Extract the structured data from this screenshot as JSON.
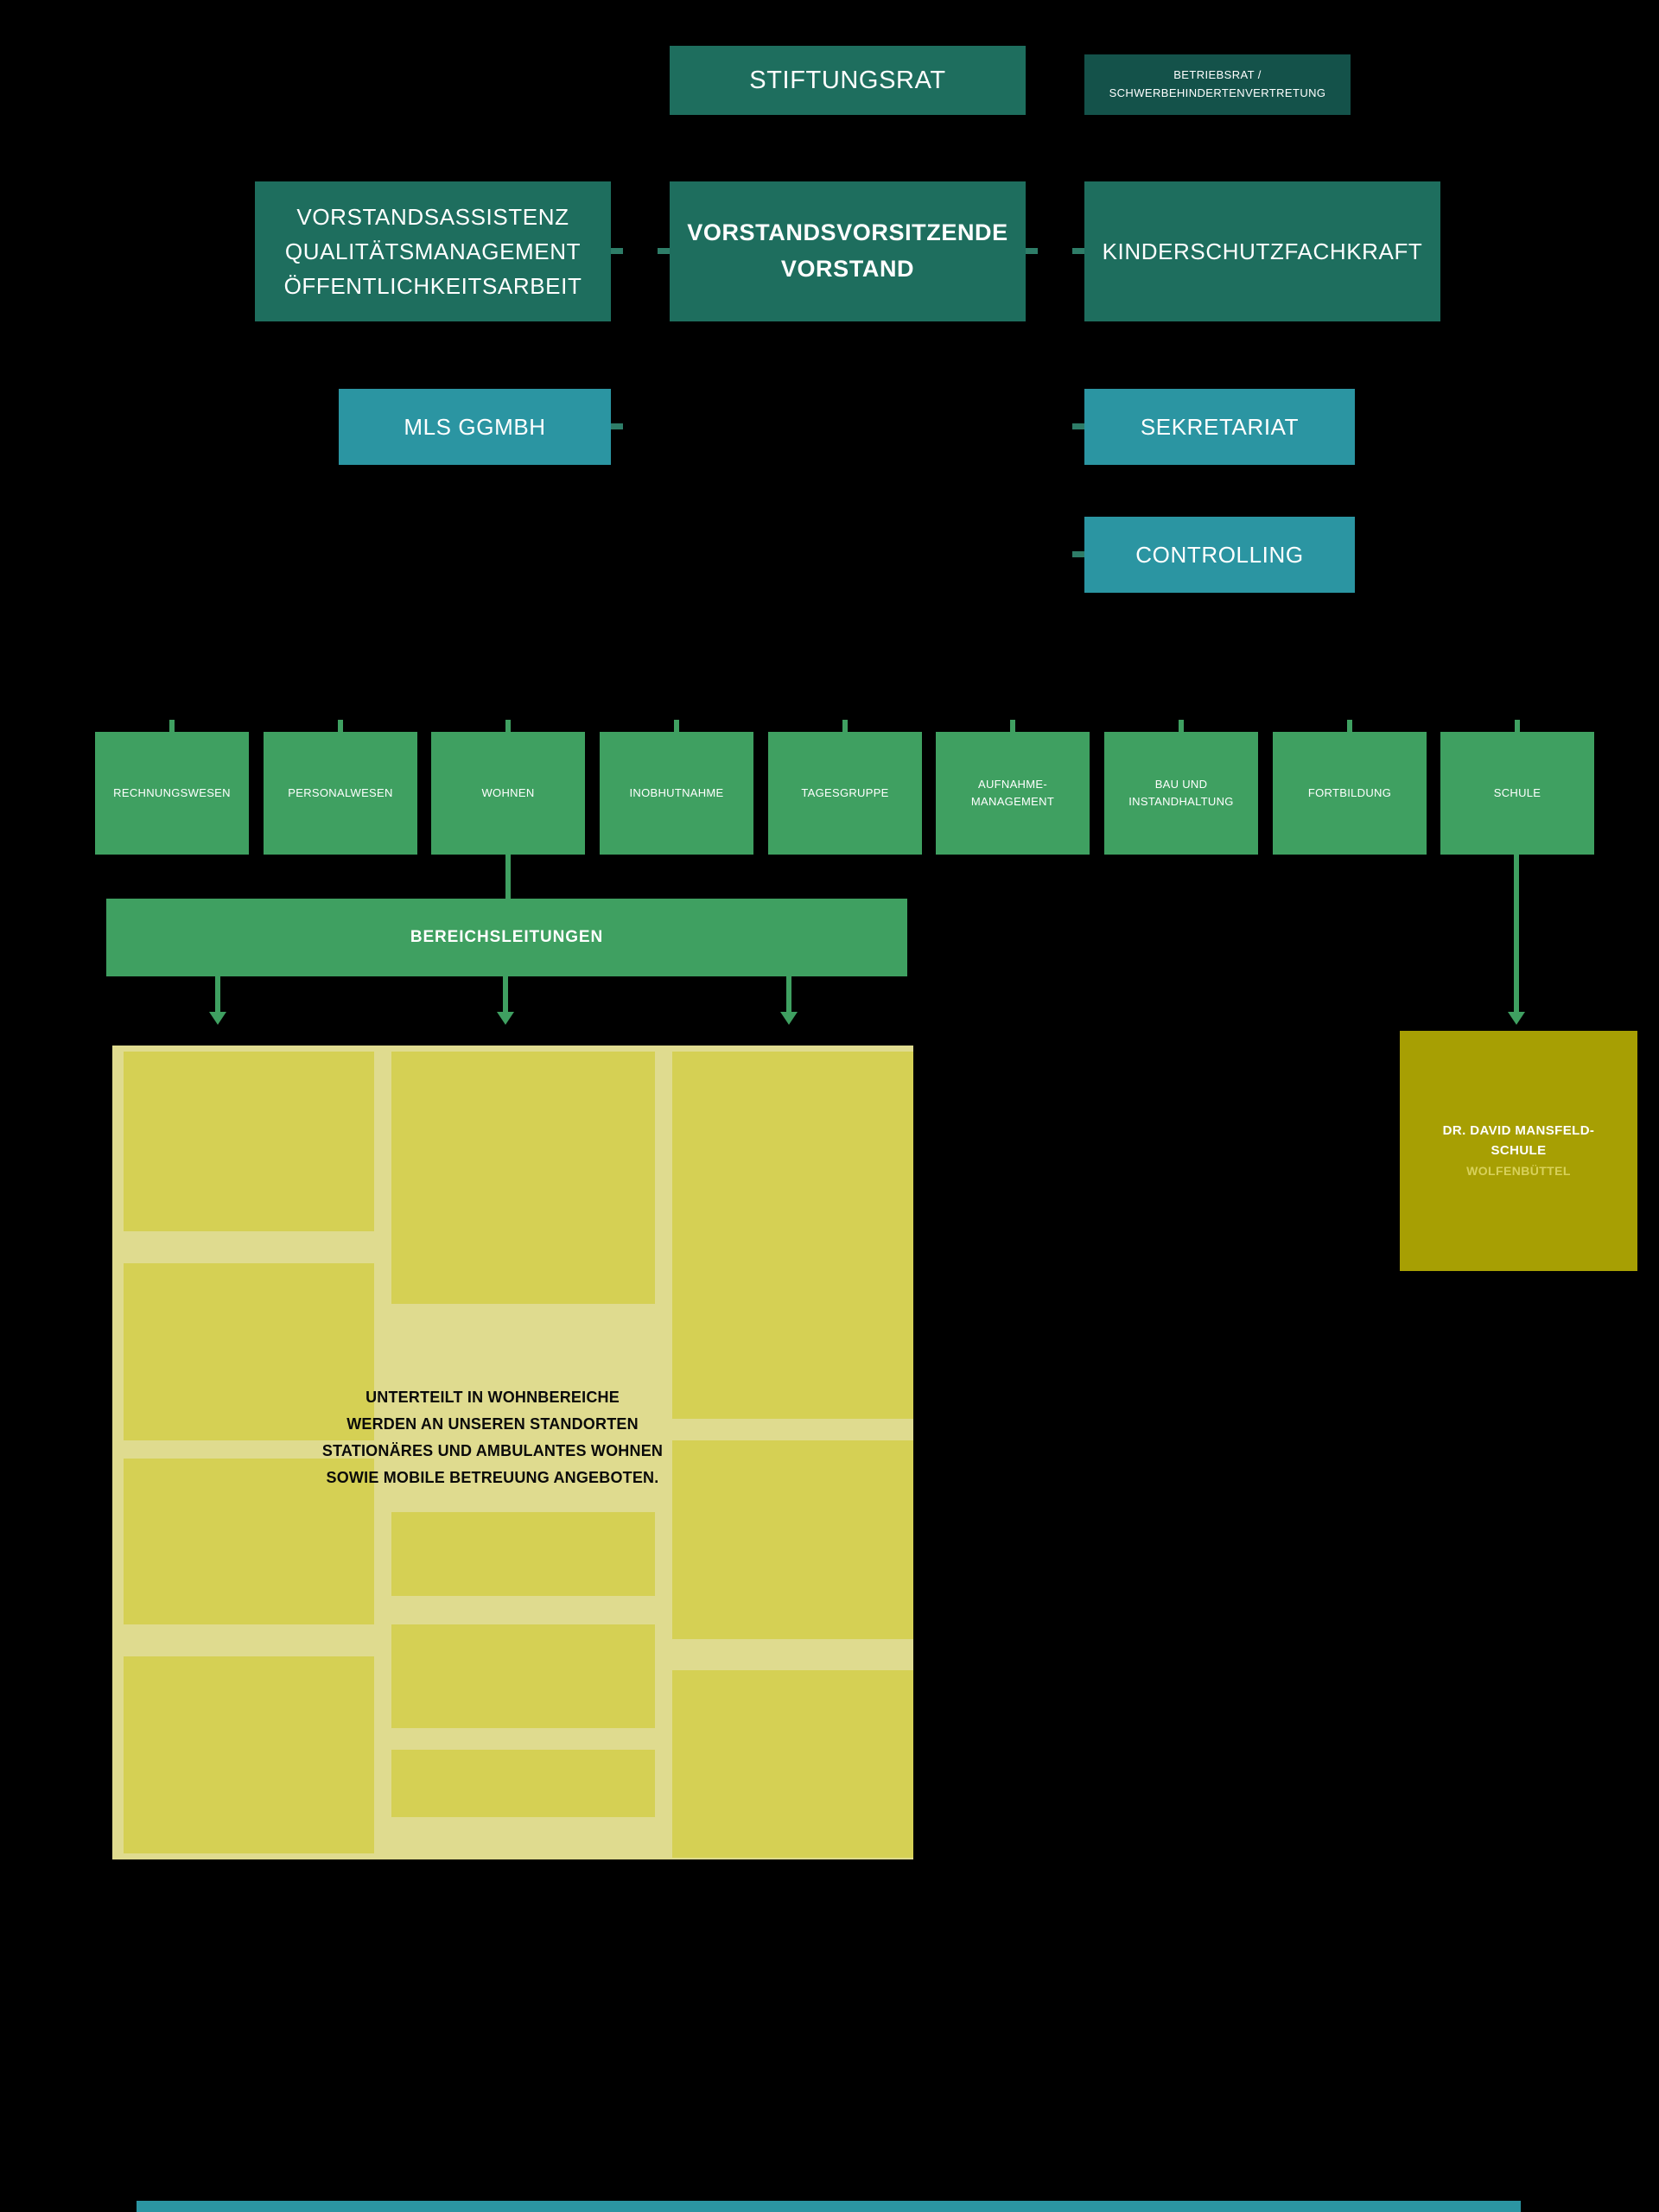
{
  "colors": {
    "background": "#000000",
    "dark_green": "#1E6E5E",
    "darker_green": "#14524A",
    "teal": "#2B95A2",
    "green": "#3FA061",
    "connector_green": "#2E7D68",
    "yellow_light": "#DFDB8F",
    "yellow_dark": "#D5D054",
    "olive": "#A79F03",
    "olive_subtitle_text": "#D8D15A",
    "text_light": "#FFFFFF",
    "text_dark": "#0A0A0A"
  },
  "org": {
    "stiftungsrat": {
      "label": "STIFTUNGSRAT"
    },
    "betriebsrat": {
      "label": "BETRIEBSRAT /\nSCHWERBEHINDERTENVERTRETUNG"
    },
    "vorstandsassistenz": {
      "label": "VORSTANDSASSISTENZ\nQUALITÄTSMANAGEMENT\nÖFFENTLICHKEITSARBEIT"
    },
    "vorstand": {
      "label": "VORSTANDSVORSITZENDE\nVORSTAND"
    },
    "kinderschutzfachkraft": {
      "label": "KINDERSCHUTZFACHKRAFT"
    },
    "mls": {
      "label": "MLS GGMBH"
    },
    "sekretariat": {
      "label": "SEKRETARIAT"
    },
    "controlling": {
      "label": "CONTROLLING"
    },
    "departments": [
      {
        "label": "RECHNUNGSWESEN"
      },
      {
        "label": "PERSONALWESEN"
      },
      {
        "label": "WOHNEN"
      },
      {
        "label": "INOBHUTNAHME"
      },
      {
        "label": "TAGESGRUPPE"
      },
      {
        "label": "AUFNAHME-\nMANAGEMENT"
      },
      {
        "label": "BAU UND\nINSTANDHALTUNG"
      },
      {
        "label": "FORTBILDUNG"
      },
      {
        "label": "SCHULE"
      }
    ],
    "bereichsleitungen": {
      "label": "BEREICHSLEITUNGEN"
    },
    "wohnen_note": {
      "text": "UNTERTEILT IN WOHNBEREICHE\nWERDEN AN UNSEREN STANDORTEN\nSTATIONÄRES UND AMBULANTES WOHNEN\nSOWIE MOBILE BETREUUNG ANGEBOTEN."
    },
    "schule_box": {
      "title": "DR. DAVID MANSFELD-\nSCHULE",
      "subtitle": "WOLFENBÜTTEL"
    }
  }
}
